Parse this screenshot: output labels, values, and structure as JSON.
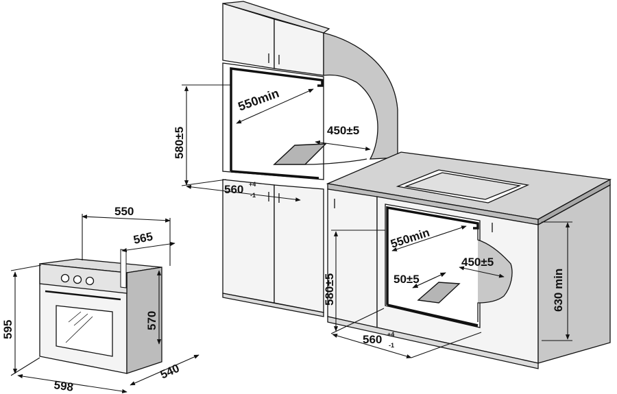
{
  "dimensions": {
    "upper_width": "550min",
    "upper_depth": "450±5",
    "upper_height": "580±5",
    "upper_base_main": "560",
    "upper_base_sup": "+4",
    "upper_base_sub": "-1",
    "lower_width": "550min",
    "lower_vent": "50±5",
    "lower_depth": "450±5",
    "lower_height": "580±5",
    "lower_base_main": "560",
    "lower_base_sup": "+4",
    "lower_base_sub": "-1",
    "counter_height": "630 min",
    "oven_width_top": "550",
    "oven_depth_top": "565",
    "oven_height": "595",
    "oven_body_height": "570",
    "oven_width": "598",
    "oven_depth": "540"
  },
  "colors": {
    "line": "#111111",
    "cabinet_fill": "#f4f4f4",
    "shade": "#c8c8c8",
    "dark_shade": "#9a9a9a",
    "counter": "#d4d4d4"
  }
}
